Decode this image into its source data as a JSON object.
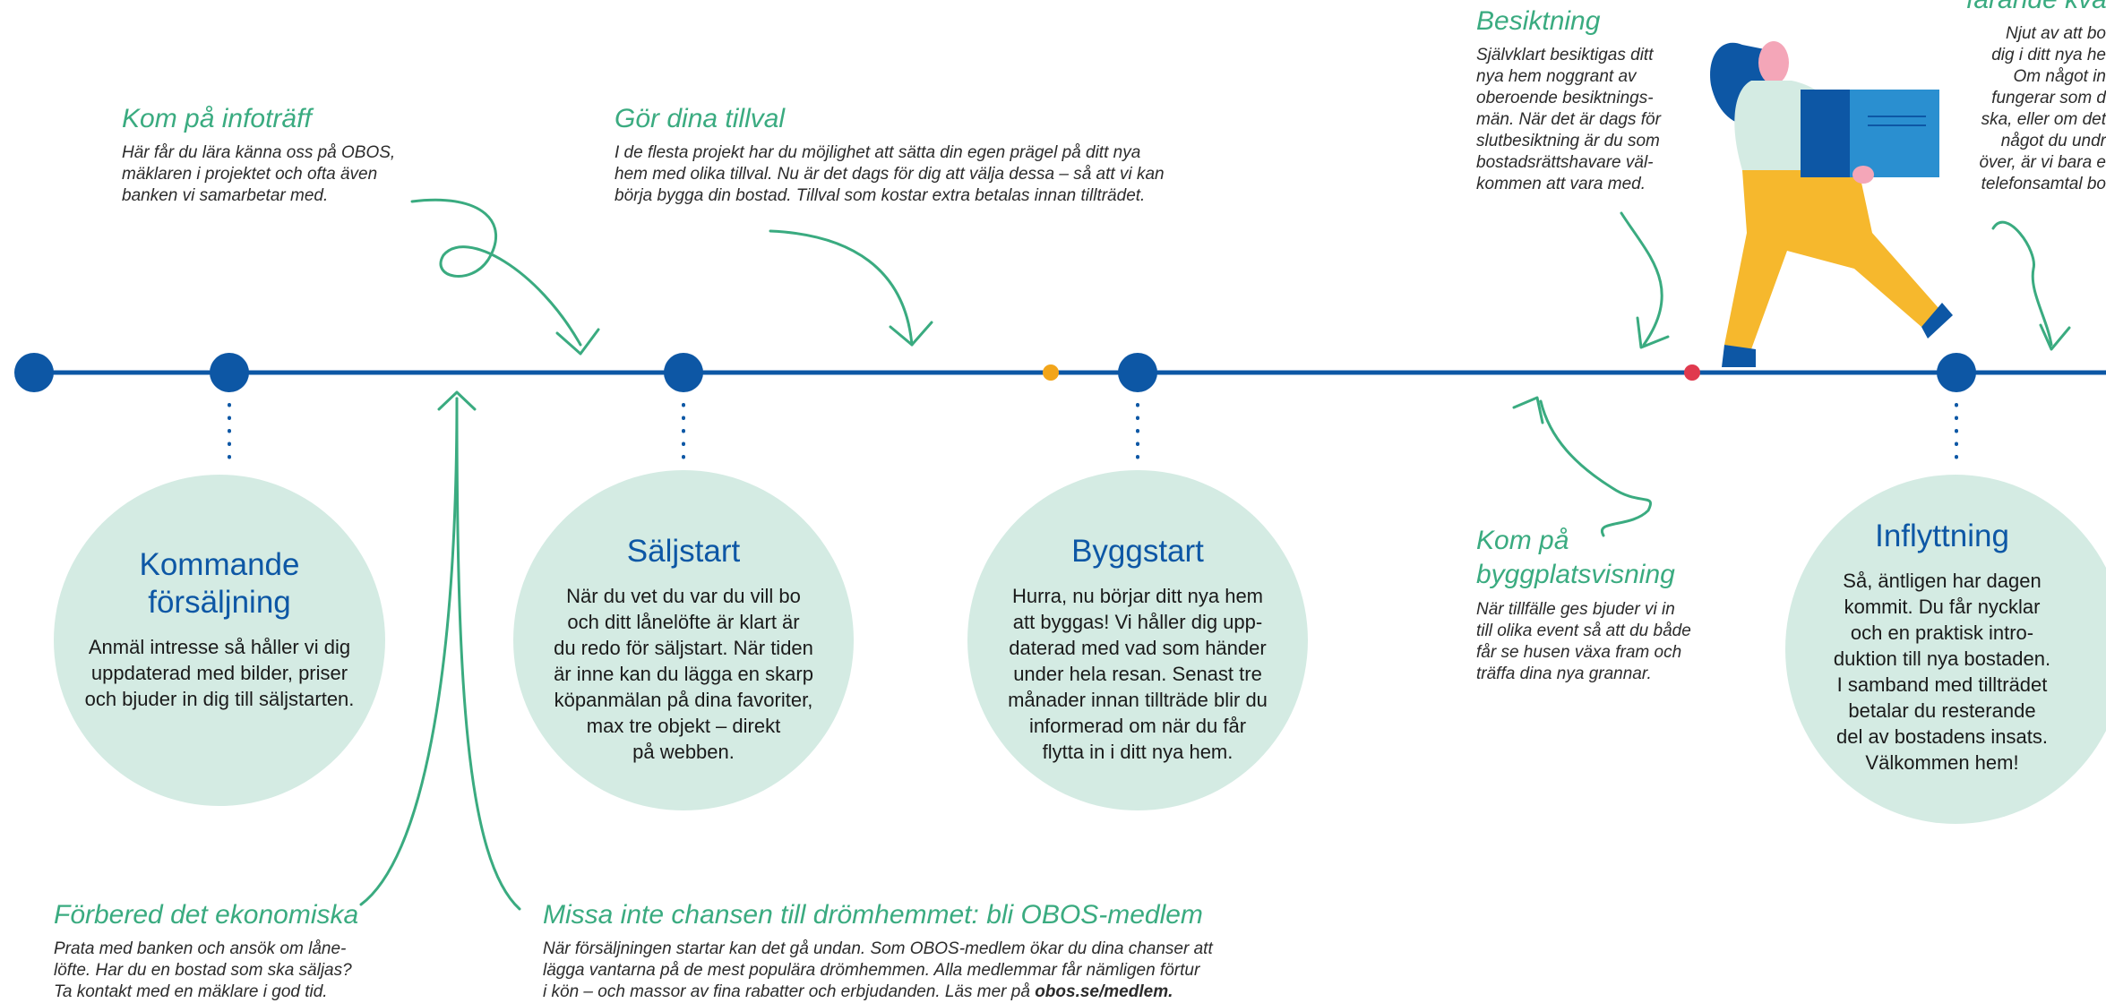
{
  "colors": {
    "timeline": "#0d57a5",
    "accent_green": "#3aab80",
    "bubble_fill": "#d4ebe3",
    "small_dot_orange": "#f2a51a",
    "small_dot_red": "#e03a4e"
  },
  "top_notes": {
    "infotraff": {
      "heading": "Kom på infoträff",
      "lines": [
        "Här får du lära känna oss på OBOS,",
        "mäklaren i projektet och ofta även",
        "banken vi samarbetar med."
      ]
    },
    "tillval": {
      "heading": "Gör dina tillval",
      "lines": [
        "I de flesta projekt har du möjlighet att sätta din egen prägel på ditt nya",
        "hem med olika tillval. Nu är det dags för dig att välja dessa – så att vi kan",
        "börja bygga din bostad. Tillval som kostar extra betalas innan tillträdet."
      ]
    },
    "besiktning": {
      "heading": "Besiktning",
      "lines": [
        "Självklart besiktigas ditt",
        "nya hem noggrant av",
        "oberoende besiktnings-",
        "män. När det är dags för",
        "slutbesiktning är du som",
        "bostadsrättshavare väl-",
        "kommen att vara med."
      ]
    },
    "trygghet": {
      "heading": "farande kva",
      "lines": [
        "Njut av att bo",
        "dig i ditt nya he",
        "Om något in",
        "fungerar som d",
        "ska, eller om det",
        "något du undr",
        "över, är vi bara e",
        "telefonsamtal bo"
      ]
    }
  },
  "bottom_notes": {
    "ekonomiska": {
      "heading": "Förbered det ekonomiska",
      "lines": [
        "Prata med banken och ansök om låne-",
        "löfte. Har du en bostad som ska säljas?",
        "Ta kontakt med en mäklare i god tid."
      ]
    },
    "medlem": {
      "heading": "Missa inte chansen till drömhemmet: bli OBOS-medlem",
      "lines": [
        "När försäljningen startar kan det gå undan. Som OBOS-medlem ökar du dina chanser att",
        "lägga vantarna på de mest populära drömhemmen. Alla medlemmar får nämligen förtur",
        "i kön – och massor av fina rabatter och erbjudanden. Läs mer på "
      ],
      "link": "obos.se/medlem."
    },
    "byggplats": {
      "heading_lines": [
        "Kom på",
        "byggplatsvisning"
      ],
      "lines": [
        "När tillfälle ges bjuder vi in",
        "till olika event så att du både",
        "får se husen växa fram och",
        "träffa dina nya grannar."
      ]
    }
  },
  "bubbles": {
    "kommande": {
      "title_lines": [
        "Kommande",
        "försäljning"
      ],
      "lines": [
        "Anmäl intresse så håller vi dig",
        "uppdaterad med bilder, priser",
        "och bjuder in dig till säljstarten."
      ]
    },
    "saljstart": {
      "title_lines": [
        "Säljstart"
      ],
      "lines": [
        "När du vet du var du vill bo",
        "och ditt lånelöfte är klart är",
        "du redo för säljstart. När tiden",
        "är inne kan du lägga en skarp",
        "köpanmälan på dina favoriter,",
        "max tre objekt – direkt",
        "på webben."
      ]
    },
    "byggstart": {
      "title_lines": [
        "Byggstart"
      ],
      "lines": [
        "Hurra, nu börjar ditt nya hem",
        "att byggas! Vi håller dig upp-",
        "daterad med vad som händer",
        "under hela resan. Senast tre",
        "månader innan tillträde blir du",
        "informerad om när du får",
        "flytta in i ditt nya hem."
      ]
    },
    "inflyttning": {
      "title_lines": [
        "Inflyttning"
      ],
      "lines": [
        "Så, äntligen har dagen",
        "kommit. Du får nycklar",
        "och en praktisk intro-",
        "duktion till nya bostaden.",
        "I samband med tillträdet",
        "betalar du resterande",
        "del av bostadens insats.",
        "Välkommen hem!"
      ]
    }
  }
}
